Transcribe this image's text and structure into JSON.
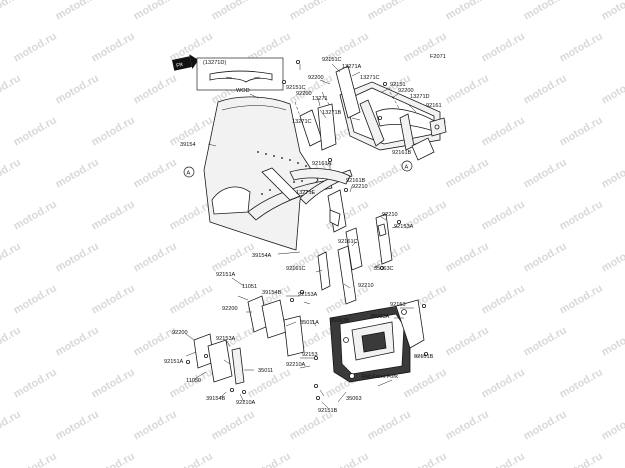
{
  "diagram_code": "F2071",
  "watermark_text": "motod.ru",
  "inset": {
    "label": "(13271D)"
  },
  "labels": {
    "l92151c_top": "92151C",
    "l13271a": "13271A",
    "l92200_top": "92200",
    "l13271c_top": "13271C",
    "l92151_top": "92151",
    "l92200_r": "92200",
    "l13271d": "13271D",
    "l92161": "92161",
    "l92151c_mid": "92151C",
    "l92200_mid": "92200",
    "l13271": "13271",
    "l13271b": "13271B",
    "l13271c_mid": "13271C",
    "l92161b_r": "92161B",
    "wod": "WOD",
    "l39154": "39154",
    "l92161a": "92161A",
    "l92161b_c": "92161B",
    "l92210_c": "92210",
    "l13271e": "13271E",
    "l92210_r": "92210",
    "l92153a_r": "92153A",
    "l39154a": "39154A",
    "l92161c_a": "92161C",
    "l92161c_b": "92161C",
    "l35063c": "35063C",
    "l92210_c2": "92210",
    "l92151a_l": "92151A",
    "l11051": "11051",
    "l39154b_t": "39154B",
    "l92153a_m": "92153A",
    "l92200_m": "92200",
    "l35011a": "35011A",
    "l35063b": "35063B",
    "l92153_r": "92153",
    "l35063a": "35063A",
    "l92200_l": "92200",
    "l92153a_b": "92153A",
    "l92151a_b": "92151A",
    "l11050": "11050",
    "l92153_m": "92153",
    "l92210a_m": "92210A",
    "l35011": "35011",
    "l39154b_b": "39154B",
    "l92210a_b": "92210A",
    "ref_fork": "Ref.Front Fork",
    "l35063": "35063",
    "l92151b_b": "92151B",
    "l92151b_r": "92151B",
    "ref_a_left": "A",
    "ref_a_right": "A"
  }
}
